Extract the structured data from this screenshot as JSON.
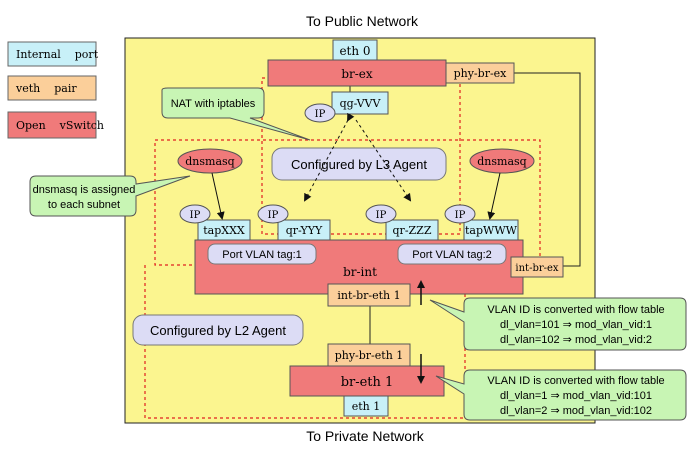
{
  "titles": {
    "top": "To Public Network",
    "bottom": "To Private Network"
  },
  "legend": {
    "internal_port": "Internal    port",
    "veth_pair": "veth    pair",
    "open_vswitch": "Open    vSwitch"
  },
  "bridges": {
    "br_ex": "br-ex",
    "br_int": "br-int",
    "br_eth1": "br-eth 1"
  },
  "ports": {
    "eth0": "eth 0",
    "phy_br_ex": "phy-br-ex",
    "qg": "qg-VVV",
    "tap_xxx": "tapXXX",
    "qr_yyy": "qr-YYY",
    "qr_zzz": "qr-ZZZ",
    "tap_www": "tapWWW",
    "int_br_ex": "int-br-ex",
    "int_br_eth1": "int-br-eth 1",
    "phy_br_eth1": "phy-br-eth 1",
    "eth1": "eth 1"
  },
  "ip_label": "IP",
  "dnsmasq_label": "dnsmasq",
  "vlan_tags": {
    "tag1": "Port VLAN tag:1",
    "tag2": "Port VLAN tag:2"
  },
  "callouts": {
    "nat": "NAT with iptables",
    "l3_agent": "Configured by L3 Agent",
    "dnsmasq_line1": "dnsmasq is assigned",
    "dnsmasq_line2": "to each subnet",
    "l2_agent": "Configured by L2 Agent",
    "flow_int": {
      "line1": "VLAN ID is converted with flow table",
      "line2": "dl_vlan=101 ⇒ mod_vlan_vid:1",
      "line3": "dl_vlan=102 ⇒ mod_vlan_vid:2"
    },
    "flow_eth": {
      "line1": "VLAN ID is converted with flow table",
      "line2": "dl_vlan=1 ⇒ mod_vlan_vid:101",
      "line3": "dl_vlan=2 ⇒ mod_vlan_vid:102"
    }
  },
  "colors": {
    "host_fill": "#fbf58f",
    "port_fill": "#c8f0f8",
    "veth_fill": "#fbcf9a",
    "ovs_fill": "#f07a7a",
    "callout_fill": "#c8f5b4",
    "agent_fill": "#dcdcf5",
    "ip_fill": "#dcdcf5",
    "dashed_red": "#e02020"
  }
}
